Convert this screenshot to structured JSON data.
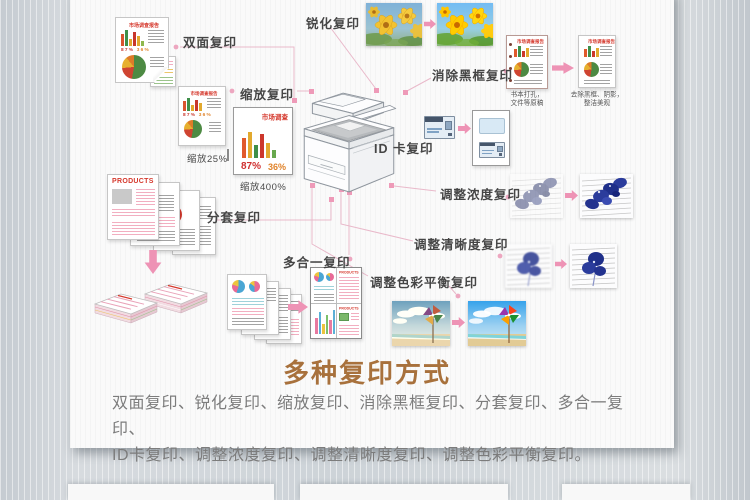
{
  "section": {
    "title": "多种复印方式",
    "title_color": "#a8713c",
    "description_line1": "双面复印、锐化复印、缩放复印、消除黑框复印、分套复印、多合一复印、",
    "description_line2": "ID卡复印、调整浓度复印、调整清晰度复印、调整色彩平衡复印。"
  },
  "labels": {
    "duplex": "双面复印",
    "scale": "缩放复印",
    "sharpen": "锐化复印",
    "erase_frame": "消除黑框复印",
    "id_card": "ID 卡复印",
    "density": "调整浓度复印",
    "clarity": "调整清晰度复印",
    "collate": "分套复印",
    "n_in_one": "多合一复印",
    "color_balance": "调整色彩平衡复印"
  },
  "captions": {
    "scale_small": "缩放25%",
    "scale_large": "缩放400%",
    "erase_before_1": "书本打孔，",
    "erase_before_2": "文件等原稿",
    "erase_after_1": "去除黑框、阴影，",
    "erase_after_2": "整洁美观"
  },
  "doc_text": {
    "report_title": "市场调查报告",
    "survey_title": "市场调查",
    "stat_87": "87%",
    "stat_36": "36%",
    "products": "PRODUCTS"
  },
  "colors": {
    "accent_pink": "#ee93b5",
    "connector_pink": "#e9b9ca",
    "title_brown": "#a8713c",
    "label_gray": "#454545",
    "doc_red": "#d5382c",
    "background_gray": "#ced3d8"
  }
}
